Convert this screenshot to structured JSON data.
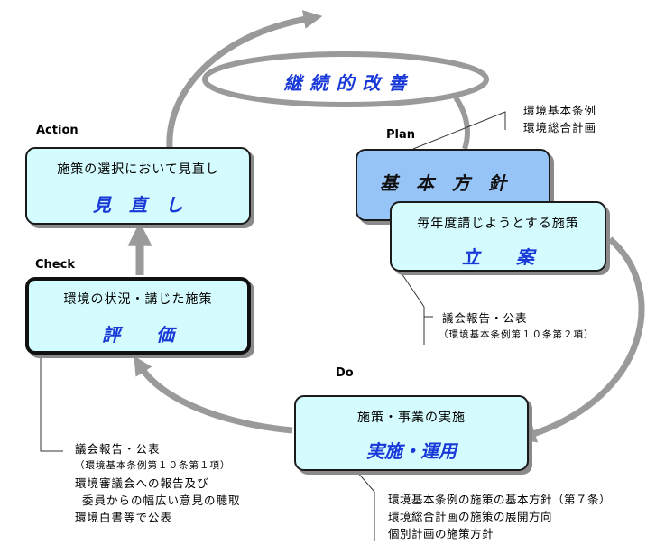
{
  "cycle": {
    "title": "継 続 的 改 善"
  },
  "stages": {
    "action": "Action",
    "plan": "Plan",
    "check": "Check",
    "do": "Do"
  },
  "boxes": {
    "action": {
      "sub": "施策の選択において見直し",
      "main": "見　直　し"
    },
    "plan_policy": {
      "main": "基　本　方　針"
    },
    "plan": {
      "sub": "毎年度講じようとする施策",
      "main": "立　　案"
    },
    "check": {
      "sub": "環境の状況・講じた施策",
      "main": "評　　価"
    },
    "do": {
      "sub": "施策・事業の実施",
      "main": "実施・運用"
    }
  },
  "notes": {
    "plan_top": [
      "環境基本条例",
      "環境総合計画"
    ],
    "plan_bottom": [
      "議会報告・公表",
      "（環境基本条例第１０条第２項）"
    ],
    "check_bottom": [
      "議会報告・公表",
      "（環境基本条例第１０条第１項）",
      "環境審議会への報告及び",
      "委員からの幅広い意見の聴取",
      "環境白書等で公表"
    ],
    "do_bottom": [
      "環境基本条例の施策の基本方針（第７条）",
      "環境総合計画の施策の展開方向",
      "個別計画の施策方針"
    ]
  },
  "colors": {
    "box_fill": "#d4fbfd",
    "policy_fill": "#96c4f6",
    "title_text": "#1838d8",
    "arrow": "#9a9a9a"
  }
}
